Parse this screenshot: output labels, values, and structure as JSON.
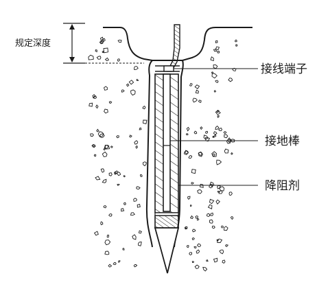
{
  "diagram": {
    "labels": {
      "depth": "规定深度",
      "terminal": "接线端子",
      "rod": "接地棒",
      "compound": "降阻剂"
    },
    "colors": {
      "ink": "#1a1a1a",
      "background": "#ffffff"
    }
  }
}
